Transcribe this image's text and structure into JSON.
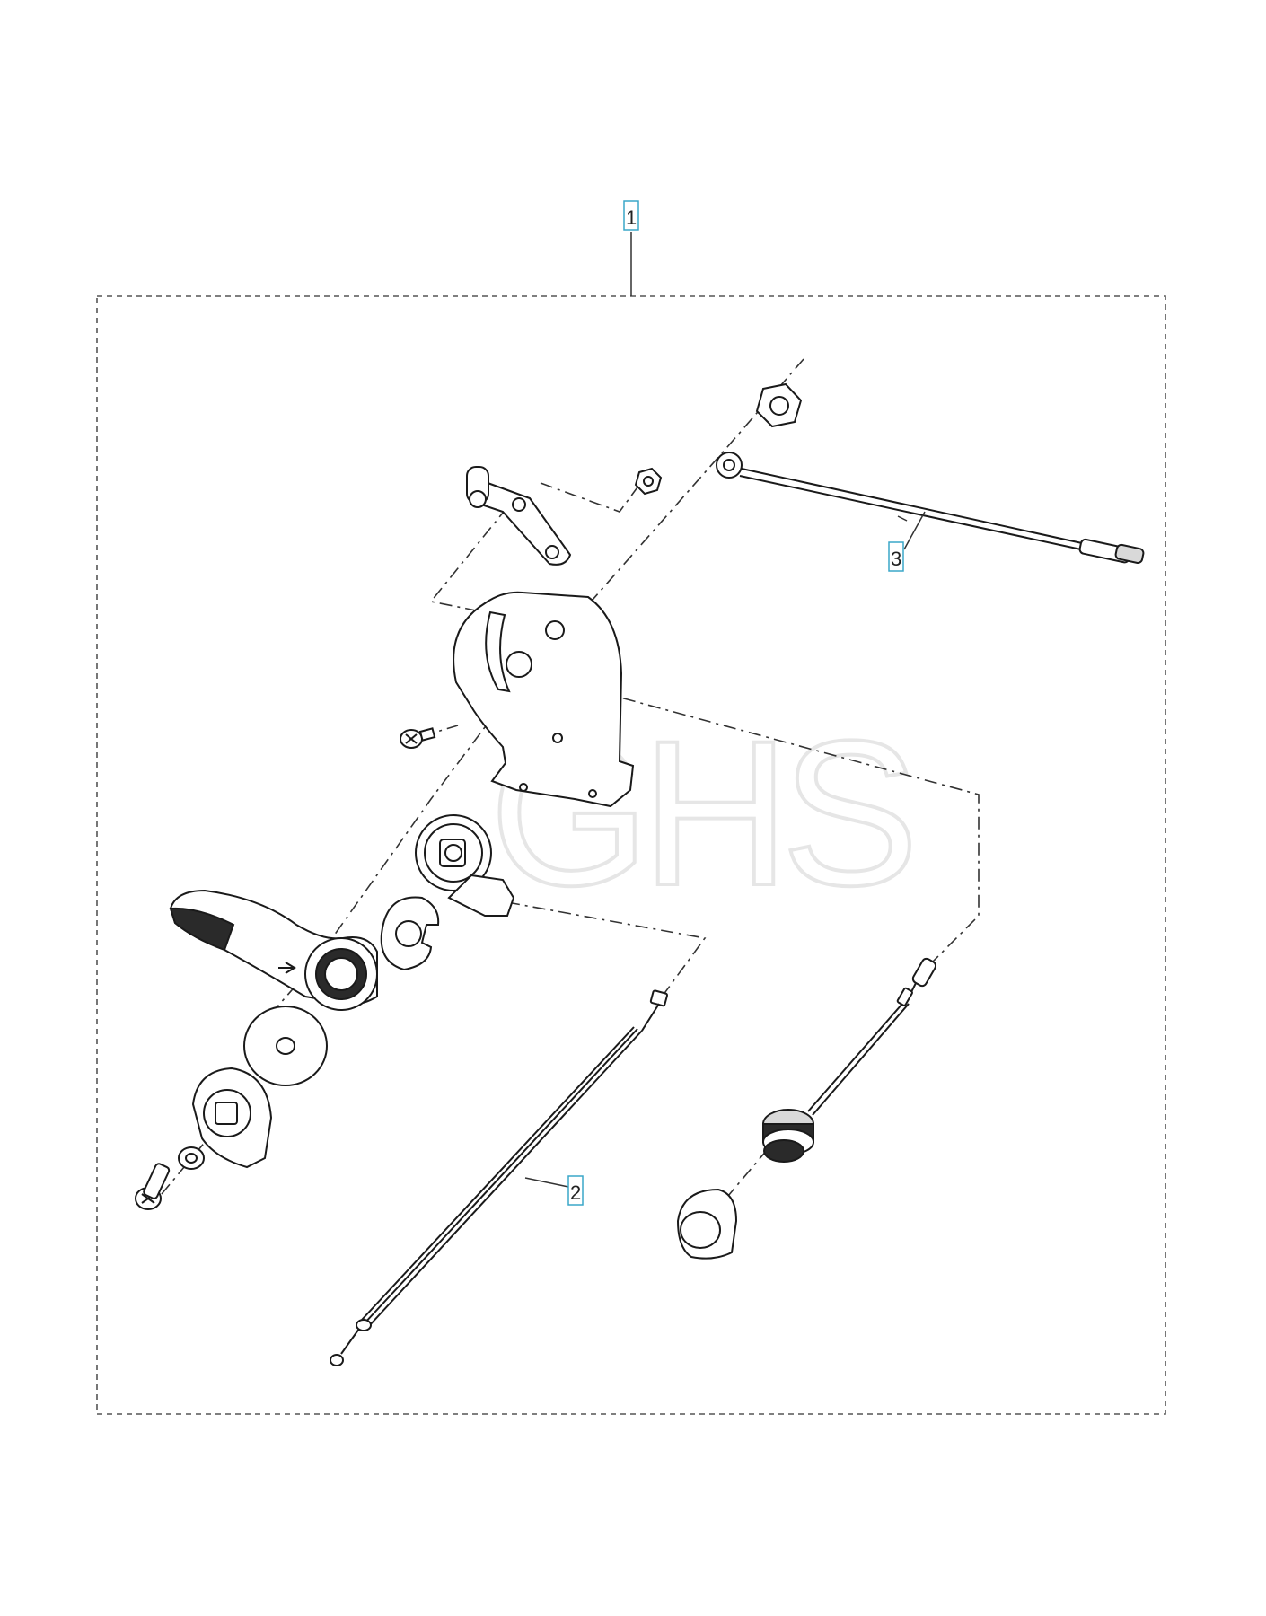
{
  "callouts": [
    {
      "label": "1"
    },
    {
      "label": "2"
    },
    {
      "label": "3"
    }
  ],
  "watermark": "GHS",
  "colors": {
    "callout_border": "#3aa7c9",
    "line": "#1a1a1a",
    "frame": "#555555"
  }
}
